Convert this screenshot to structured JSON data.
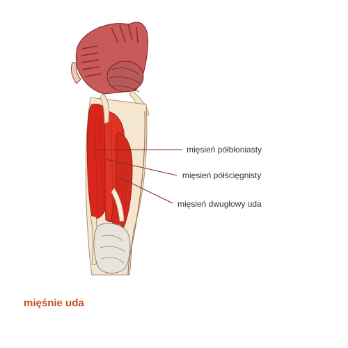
{
  "caption": "mięśnie uda",
  "labels": [
    {
      "text": "mięsień półbłoniasty"
    },
    {
      "text": "mięsień półścięgnisty"
    },
    {
      "text": "mięsień dwugłowy uda"
    }
  ],
  "colors": {
    "muscle": "#d8261c",
    "muscle_dark": "#a81a12",
    "deep_muscle": "#b85a5a",
    "tendon": "#f2e6c8",
    "knee": "#e8e4dc",
    "leader": "#8b2a1a",
    "caption": "#c0501a",
    "text": "#333333"
  }
}
